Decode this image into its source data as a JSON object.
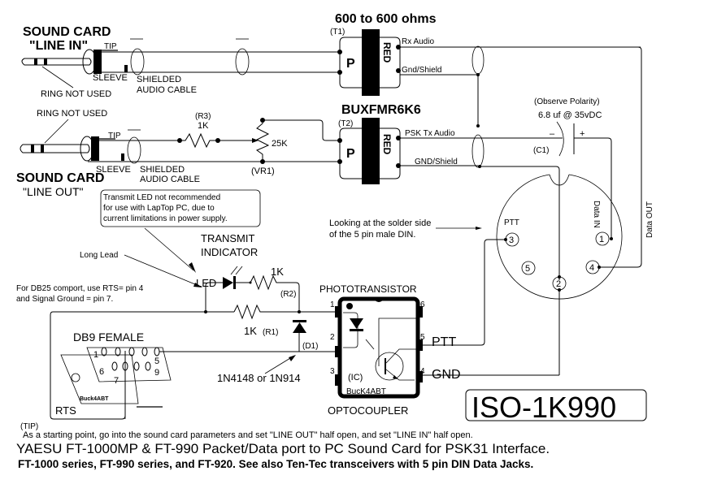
{
  "title": "ISO-1K990",
  "sound_card_in": {
    "title": "SOUND CARD",
    "subtitle": "\"LINE IN\"",
    "tip": "TIP",
    "sleeve": "SLEEVE",
    "ring": "RING NOT USED",
    "cable": [
      "SHIELDED",
      "AUDIO CABLE"
    ]
  },
  "sound_card_out": {
    "title": "SOUND CARD",
    "subtitle": "\"LINE OUT\"",
    "tip": "TIP",
    "sleeve": "SLEEVE",
    "ring": "RING NOT USED",
    "cable": [
      "SHIELDED",
      "AUDIO CABLE"
    ]
  },
  "t1": {
    "heading": "600 to 600 ohms",
    "ref": "(T1)",
    "primary": "P",
    "brand": "RED",
    "rx_audio": "Rx Audio",
    "gnd": "Gnd/Shield"
  },
  "t2": {
    "heading": "BUXFMR6K6",
    "ref": "(T2)",
    "primary": "P",
    "brand": "RED",
    "tx_audio": "PSK Tx Audio",
    "gnd": "GND/Shield"
  },
  "r3": {
    "ref": "(R3)",
    "value": "1K"
  },
  "vr1": {
    "ref": "(VR1)",
    "value": "25K"
  },
  "c1": {
    "note": "(Observe Polarity)",
    "value": "6.8 uf @ 35vDC",
    "ref": "(C1)",
    "minus": "–",
    "plus": "+"
  },
  "din": {
    "note": [
      "Looking at the solder side",
      "of the 5 pin male DIN."
    ],
    "ptt": "PTT",
    "data_in": "Data IN",
    "data_out": "Data OUT",
    "pins": [
      "1",
      "2",
      "3",
      "4",
      "5"
    ]
  },
  "led_note": [
    "Transmit LED not recommended",
    "for use with LapTop PC, due to",
    "current limitations in power supply."
  ],
  "transmit_indicator": [
    "TRANSMIT",
    "INDICATOR"
  ],
  "led": "LED",
  "long_lead": "Long Lead",
  "db25_note": [
    "For DB25 comport, use RTS= pin 4",
    "and Signal Ground = pin 7."
  ],
  "r2": {
    "ref": "(R2)",
    "value": "1K"
  },
  "r1": {
    "value": "1K",
    "ref": "(R1)"
  },
  "d1": {
    "ref": "(D1)",
    "part": "1N4148 or 1N914"
  },
  "db9": {
    "title": "DB9 FEMALE",
    "rts": "RTS",
    "brand": "Buck4ABT",
    "pin_labels": [
      "1",
      "5",
      "6",
      "7",
      "9"
    ]
  },
  "optocoupler": {
    "top": "PHOTOTRANSISTOR",
    "bottom": "OPTOCOUPLER",
    "ref": "(IC)",
    "brand": "BucK4ABT",
    "pins": [
      "1",
      "2",
      "3",
      "4",
      "5",
      "6"
    ],
    "ptt": "PTT",
    "gnd": "GND"
  },
  "tip_label": "(TIP)",
  "tip_text": "As a starting point, go into the sound card parameters and set \"LINE OUT\" half open, and set \"LINE IN\" half open.",
  "footer_line1": "YAESU FT-1000MP & FT-990 Packet/Data port to PC Sound Card for PSK31 Interface.",
  "footer_line2": "FT-1000 series, FT-990 series, and FT-920.  See also Ten-Tec transceivers with 5 pin DIN Data Jacks."
}
